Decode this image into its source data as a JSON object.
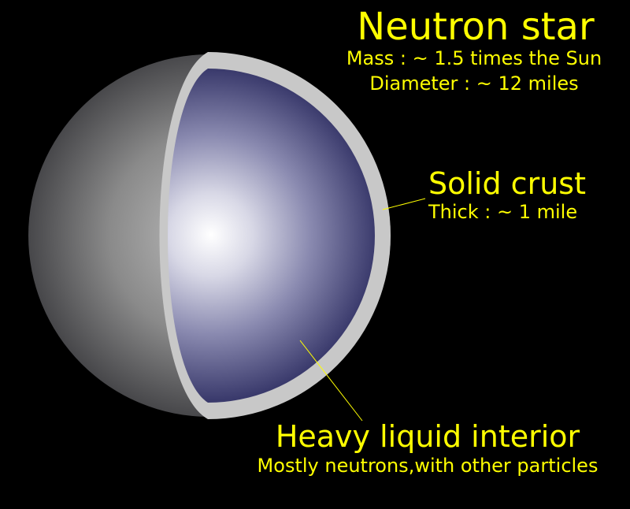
{
  "title": {
    "text": "Neutron star",
    "mass": "Mass : ~ 1.5 times the Sun",
    "diameter": "Diameter : ~ 12 miles"
  },
  "crust": {
    "label": "Solid crust",
    "thickness": "Thick : ~ 1 mile"
  },
  "interior": {
    "label": "Heavy liquid interior",
    "composition": "Mostly neutrons,with other particles"
  },
  "colors": {
    "background": "#000000",
    "text": "#ffff00",
    "crust": "#c8c8c8",
    "interior_edge": "#3c3c6e",
    "outer_edge": "#464646"
  }
}
